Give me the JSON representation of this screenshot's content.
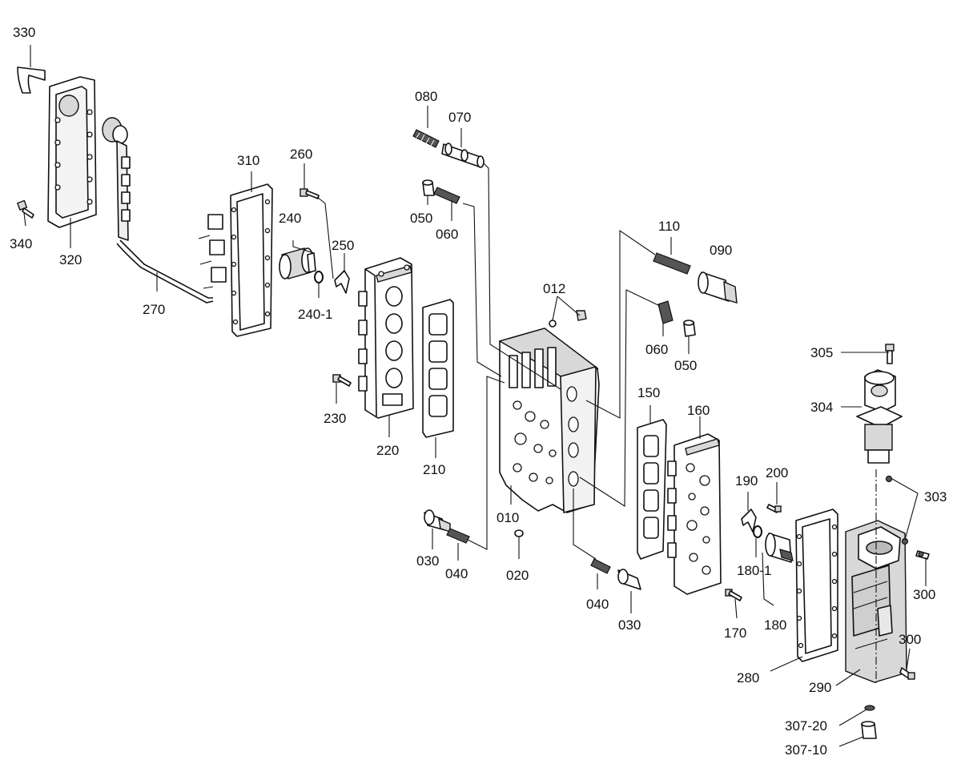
{
  "labels": {
    "p330": "330",
    "p320": "320",
    "p340": "340",
    "p270": "270",
    "p310": "310",
    "p260": "260",
    "p240": "240",
    "p240_1": "240-1",
    "p250": "250",
    "p230": "230",
    "p220": "220",
    "p210": "210",
    "p080": "080",
    "p070": "070",
    "p050a": "050",
    "p060a": "060",
    "p012": "012",
    "p110": "110",
    "p090": "090",
    "p060b": "060",
    "p050b": "050",
    "p010": "010",
    "p020": "020",
    "p030a": "030",
    "p040a": "040",
    "p040b": "040",
    "p030b": "030",
    "p150": "150",
    "p160": "160",
    "p190": "190",
    "p200": "200",
    "p180_1": "180-1",
    "p180": "180",
    "p170": "170",
    "p280": "280",
    "p290": "290",
    "p305": "305",
    "p304": "304",
    "p303": "303",
    "p300a": "300",
    "p300b": "300",
    "p307_20": "307-20",
    "p307_10": "307-10"
  }
}
